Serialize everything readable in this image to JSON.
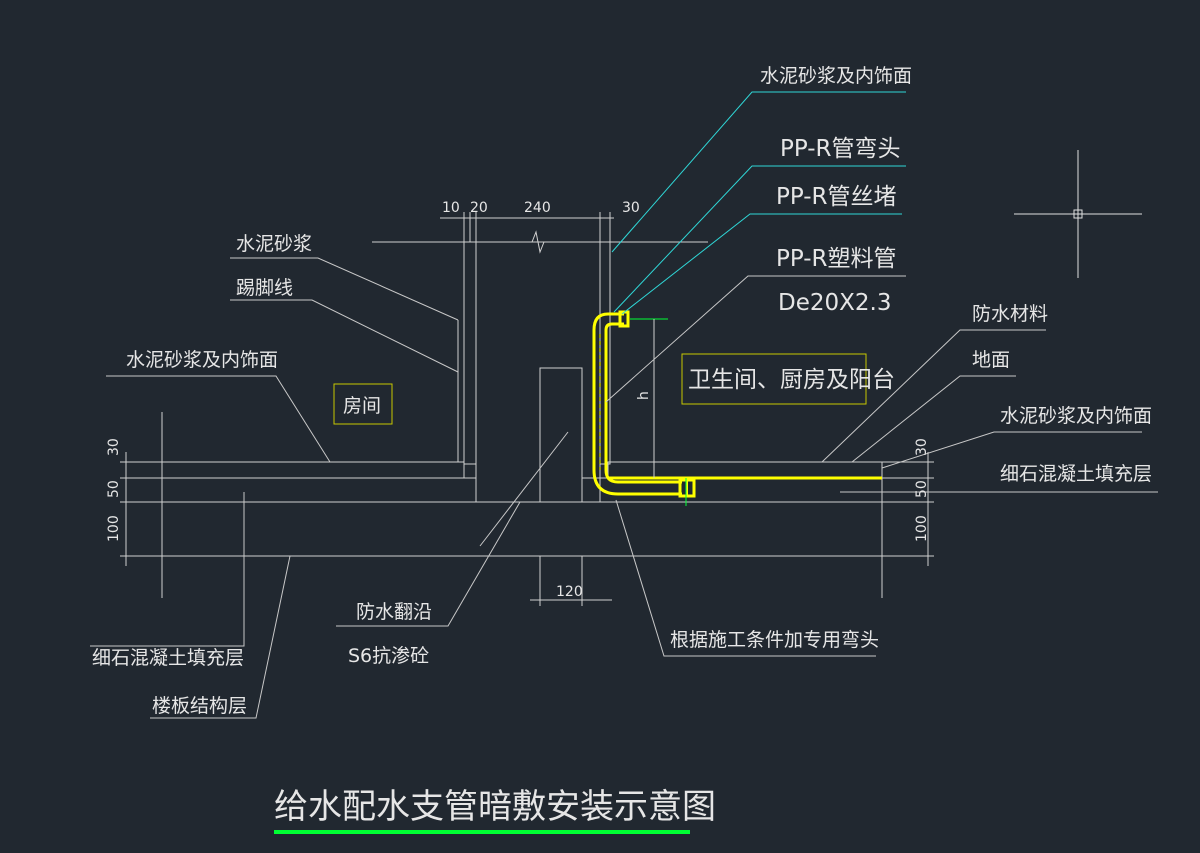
{
  "title": "给水配水支管暗敷安装示意图",
  "colors": {
    "background": "#212830",
    "pipe": "#ffff00",
    "leader_cyan": "#2fd6d6",
    "underline": "#00ff33",
    "label_box": "#c8c800"
  },
  "labels": {
    "top_mortar_finish": "水泥砂浆及内饰面",
    "ppr_elbow": "PP-R管弯头",
    "ppr_plug": "PP-R管丝堵",
    "ppr_pipe": "PP-R塑料管",
    "pipe_spec": "De20X2.3",
    "left_mortar": "水泥砂浆",
    "skirting": "踢脚线",
    "left_mortar_finish": "水泥砂浆及内饰面",
    "room": "房间",
    "wet_area": "卫生间、厨房及阳台",
    "waterproof_material": "防水材料",
    "floor_surface": "地面",
    "right_mortar_finish": "水泥砂浆及内饰面",
    "right_fill_layer": "细石混凝土填充层",
    "left_fill_layer": "细石混凝土填充层",
    "slab_layer": "楼板结构层",
    "waterproof_curb": "防水翻沿",
    "s6_concrete": "S6抗渗砼",
    "special_elbow": "根据施工条件加专用弯头"
  },
  "dimensions": {
    "top_10": "10",
    "top_20": "20",
    "top_240": "240",
    "top_30": "30",
    "left_30": "30",
    "left_50": "50",
    "left_100": "100",
    "right_30": "30",
    "right_50": "50",
    "right_100": "100",
    "bottom_120": "120",
    "height_h": "h"
  }
}
